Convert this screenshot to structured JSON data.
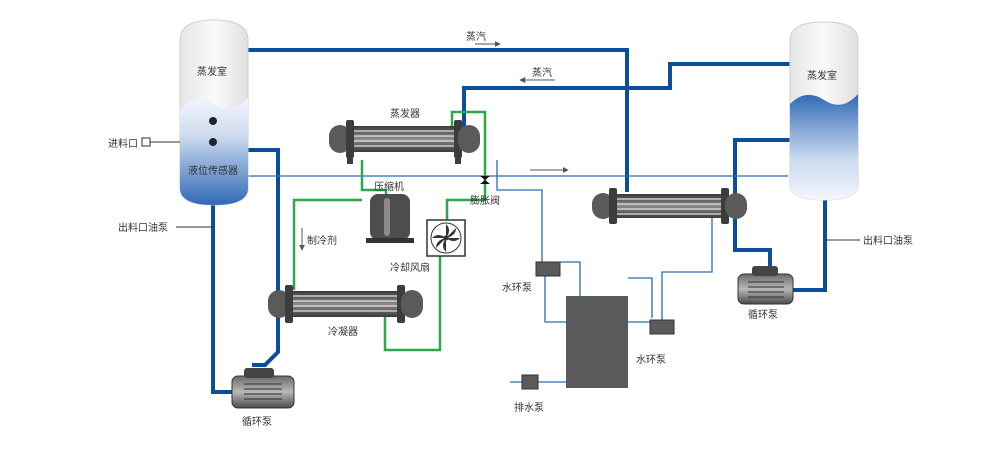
{
  "labels": {
    "evaporation_chamber_left": "蒸发室",
    "evaporation_chamber_right": "蒸发室",
    "feed_inlet": "进料口",
    "level_sensor": "液位传感器",
    "discharge_pump_left": "出料口油泵",
    "discharge_pump_right": "出料口油泵",
    "vapor_top": "蒸汽",
    "vapor_mid": "蒸汽",
    "evaporator": "蒸发器",
    "compressor": "压缩机",
    "expansion_valve": "膨胀阀",
    "refrigerant": "制冷剂",
    "cooling_fan": "冷却风扇",
    "condenser": "冷凝器",
    "circulation_pump_left": "循环泵",
    "circulation_pump_right": "循环泵",
    "water_pump_upper": "水环泵",
    "water_pump_lower": "水环泵",
    "drain_pump": "排水泵"
  },
  "colors": {
    "pipe_blue": "#0b4f9c",
    "pipe_green": "#2aa84a",
    "pipe_thin": "#2a6db5",
    "equipment_dark": "#5a5a5a",
    "tank_shell": "#f2f2f2",
    "liquid_top": "#e8f0fa",
    "liquid_bottom": "#4b7fbf"
  },
  "icons": [
    "tube-heat-exchanger",
    "compressor-icon",
    "fan-icon",
    "pump-icon",
    "valve-icon",
    "tank-icon"
  ]
}
